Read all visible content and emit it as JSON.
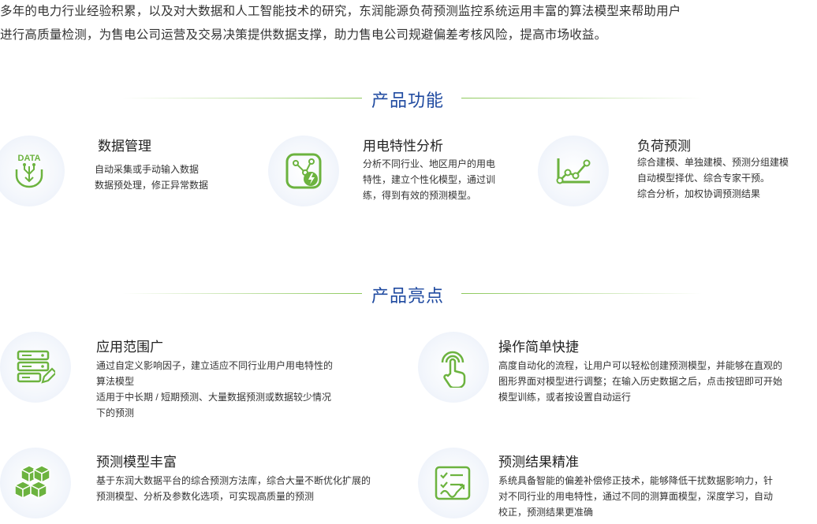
{
  "intro": {
    "line1": "多年的电力行业经验积累，以及对大数据和人工智能技术的研究，东润能源负荷预测监控系统运用丰富的算法模型来帮助用户",
    "line2": "进行高质量检测，为售电公司运营及交易决策提供数据支撑，助力售电公司规避偏差考核风险，提高市场收益。"
  },
  "functions": {
    "title": "产品功能",
    "items": [
      {
        "title": "数据管理",
        "icon": "data-funnel-icon",
        "icon_text": "DATA",
        "lines": [
          "自动采集或手动输入数据",
          "数据预处理，修正异常数据"
        ]
      },
      {
        "title": "用电特性分析",
        "icon": "power-analysis-icon",
        "lines": [
          "分析不同行业、地区用户的用电",
          "特性，建立个性化模型，通过训",
          "练，得到有效的预测模型。"
        ]
      },
      {
        "title": "负荷预测",
        "icon": "load-forecast-chart-icon",
        "lines": [
          "综合建模、单独建模、预测分组建模",
          "自动模型择优、综合专家干预。",
          "综合分析，加权协调预测结果"
        ]
      }
    ]
  },
  "highlights": {
    "title": "产品亮点",
    "items": [
      {
        "title": "应用范围广",
        "icon": "server-edit-icon",
        "lines": [
          "通过自定义影响因子，建立适应不同行业用户用电特性的",
          "算法模型",
          "适用于中长期 / 短期预测、大量数据预测或数据较少情况",
          "下的预测"
        ]
      },
      {
        "title": "操作简单快捷",
        "icon": "touch-hand-icon",
        "lines": [
          "高度自动化的流程，让用户可以轻松创建预测模型，并能够在直观的",
          "图形界面对模型进行调整；在输入历史数据之后，点击按钮即可开始",
          "模型训练，或者按设置自动运行"
        ]
      },
      {
        "title": "预测模型丰富",
        "icon": "cubes-icon",
        "lines": [
          "基于东润大数据平台的综合预测方法库，综合大量不断优化扩展的",
          "预测模型、分析及参数化选项，可实现高质量的预测"
        ]
      },
      {
        "title": "预测结果精准",
        "icon": "checklist-trend-icon",
        "lines": [
          "系统具备智能的偏差补偿修正技术，能够降低干扰数据影响力，针",
          "对不同行业的用电特性，通过不同的测算面模型，深度学习，自动",
          "校正，预测结果更准确"
        ]
      }
    ]
  },
  "colors": {
    "accent_green": "#6cb33f",
    "title_blue": "#1f4aa0"
  }
}
